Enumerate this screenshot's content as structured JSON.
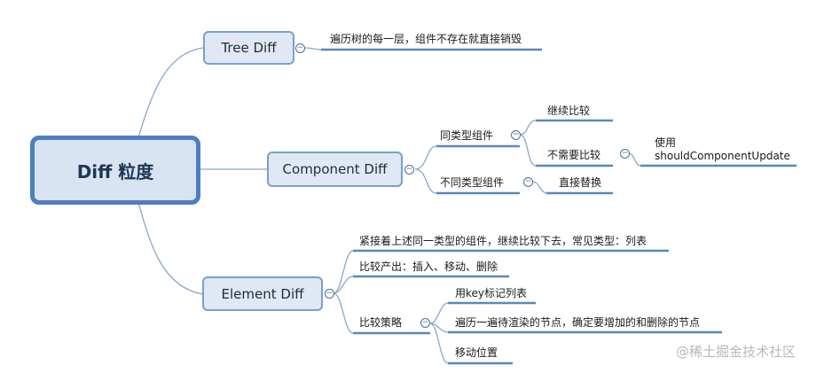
{
  "root": {
    "label": "Diff 粒度"
  },
  "branches": [
    {
      "label": "Tree Diff",
      "children": [
        "遍历树的每一层，组件不存在就直接销毁"
      ]
    },
    {
      "label": "Component Diff",
      "children": [
        {
          "label": "同类型组件",
          "children": [
            "继续比较",
            {
              "label": "不需要比较",
              "children": [
                "使用\nshouldComponentUpdate"
              ]
            }
          ]
        },
        {
          "label": "不同类型组件",
          "children": [
            "直接替换"
          ]
        }
      ]
    },
    {
      "label": "Element Diff",
      "children": [
        "紧接着上述同一类型的组件，继续比较下去，常见类型：列表",
        "比较产出：插入、移动、删除",
        {
          "label": "比较策略",
          "children": [
            "用key标记列表",
            "遍历一遍待渲染的节点，确定要增加的和删除的节点",
            "移动位置"
          ]
        }
      ]
    }
  ],
  "collapse_symbol": "−",
  "watermark": "@稀土掘金技术社区",
  "colors": {
    "root_fill": "#d9e4f2",
    "root_border": "#4e7fbf",
    "node_fill": "#dfe8f3",
    "node_border": "#7aa0c9",
    "connector": "#8aa7c8",
    "underline": "#5b87bd"
  }
}
